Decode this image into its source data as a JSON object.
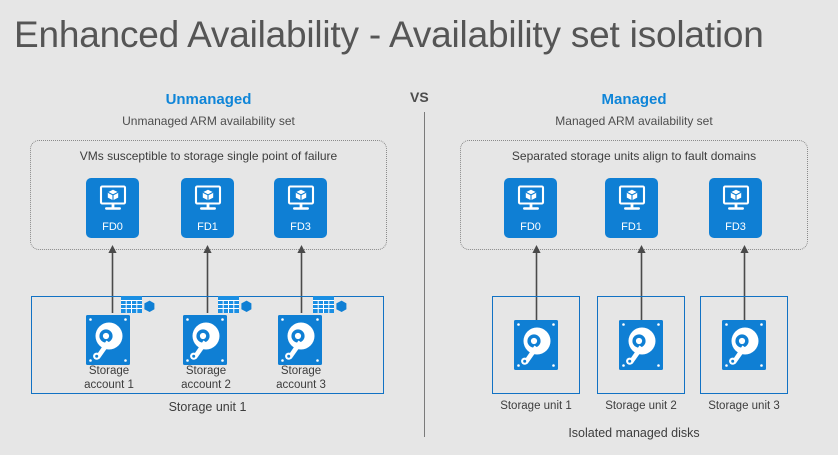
{
  "title": "Enhanced Availability - Availability set isolation",
  "vs_label": "VS",
  "colors": {
    "background": "#e6e6e6",
    "accent_blue": "#0f85d8",
    "tile_blue": "#0f7fd4",
    "box_blue": "#1272c4",
    "text_gray": "#3d3d3d",
    "title_gray": "#555555",
    "dotted_gray": "#8a8a8a"
  },
  "left_panel": {
    "heading": "Unmanaged",
    "subheading": "Unmanaged ARM availability set",
    "set_caption": "VMs susceptible to storage single point of failure",
    "vms": [
      {
        "label": "FD0",
        "icon": "virtual-machine-icon"
      },
      {
        "label": "FD1",
        "icon": "virtual-machine-icon"
      },
      {
        "label": "FD3",
        "icon": "virtual-machine-icon"
      }
    ],
    "storage_accounts": [
      {
        "label": "Storage\naccount 1",
        "line1": "Storage",
        "line2": "account 1",
        "icon": "disk-icon",
        "badge": "storage-account-badge-icon"
      },
      {
        "label": "Storage\naccount 2",
        "line1": "Storage",
        "line2": "account 2",
        "icon": "disk-icon",
        "badge": "storage-account-badge-icon"
      },
      {
        "label": "Storage\naccount 3",
        "line1": "Storage",
        "line2": "account 3",
        "icon": "disk-icon",
        "badge": "storage-account-badge-icon"
      }
    ],
    "storage_unit_caption": "Storage unit 1"
  },
  "right_panel": {
    "heading": "Managed",
    "subheading": "Managed ARM availability set",
    "set_caption": "Separated storage units align to fault domains",
    "vms": [
      {
        "label": "FD0",
        "icon": "virtual-machine-icon"
      },
      {
        "label": "FD1",
        "icon": "virtual-machine-icon"
      },
      {
        "label": "FD3",
        "icon": "virtual-machine-icon"
      }
    ],
    "storage_units": [
      {
        "label": "Storage unit 1",
        "icon": "disk-icon"
      },
      {
        "label": "Storage unit 2",
        "icon": "disk-icon"
      },
      {
        "label": "Storage unit 3",
        "icon": "disk-icon"
      }
    ],
    "bottom_caption": "Isolated managed disks"
  }
}
